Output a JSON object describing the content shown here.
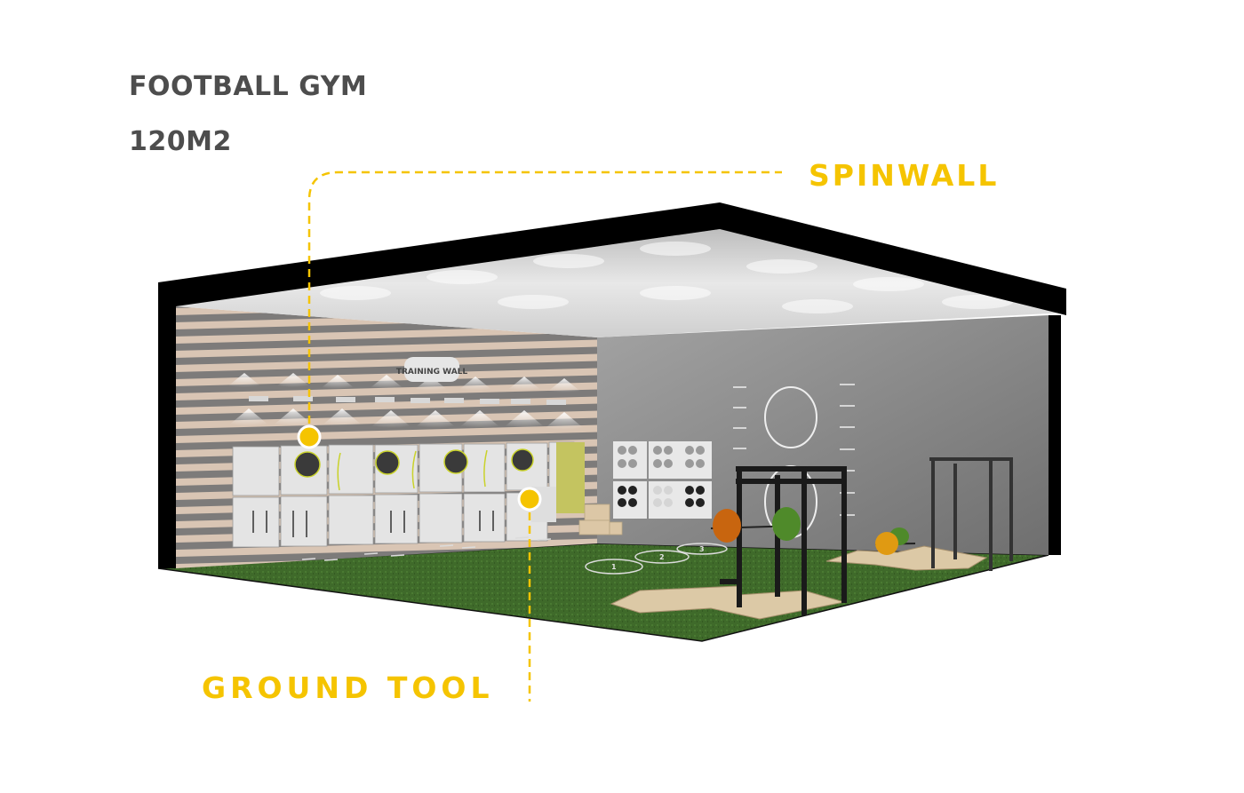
{
  "header": {
    "title": "FOOTBALL GYM",
    "area": "120M2"
  },
  "callouts": [
    {
      "label": "SPINWALL",
      "icon": "hotspot-dot",
      "color": "#f5c400"
    },
    {
      "label": "GROUND TOOL",
      "icon": "hotspot-dot",
      "color": "#f5c400"
    }
  ],
  "scene": {
    "wall_logo": "TRAINING WALL",
    "floor_numbers": [
      "1",
      "2",
      "3"
    ],
    "colors": {
      "accent": "#f5c400",
      "frame": "#000000",
      "turf": "#3f6a2a",
      "side_wall": "#8f8f8f",
      "plate_orange": "#c8650f",
      "plate_green": "#4f8a2a",
      "platform_wood": "#dcc9a6"
    }
  }
}
